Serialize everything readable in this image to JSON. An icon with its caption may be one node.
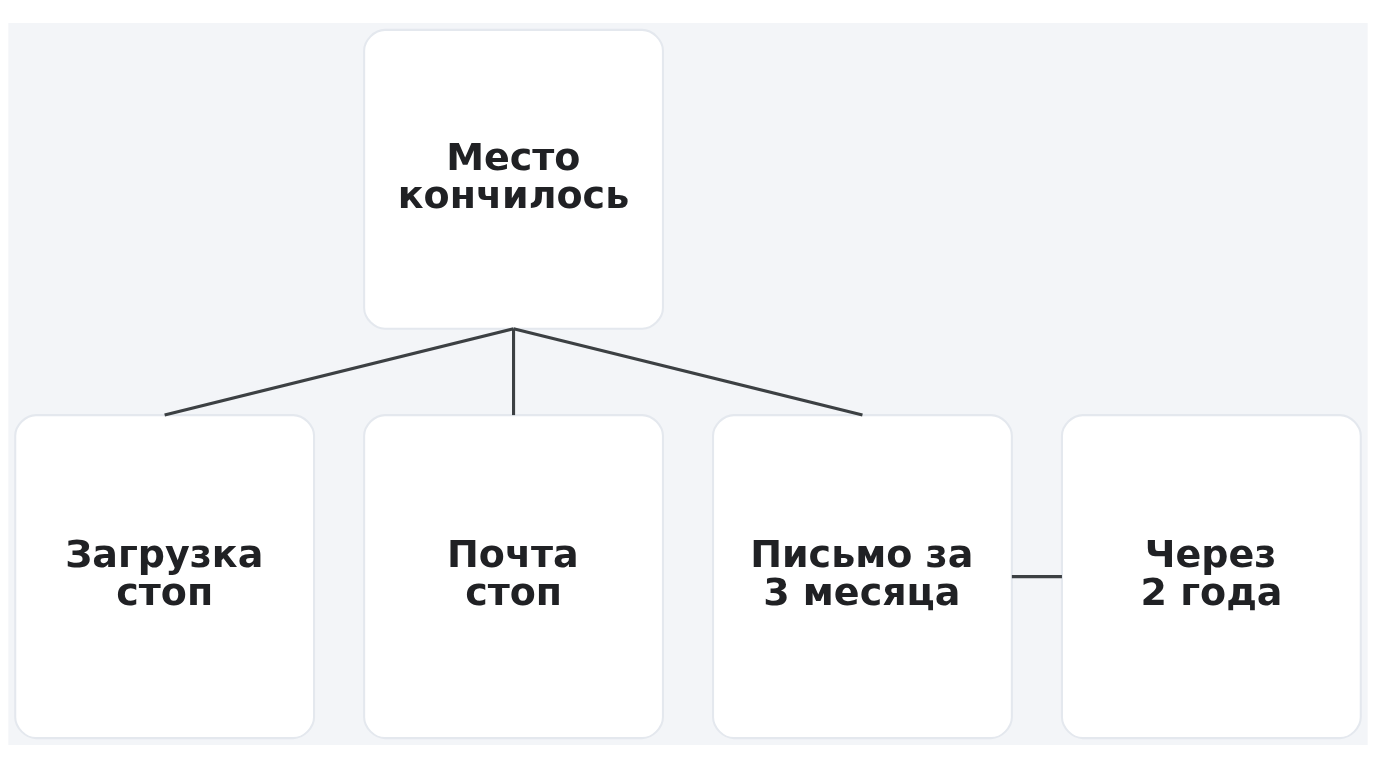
{
  "diagram": {
    "nodes": [
      {
        "text": [
          "Место кончилось"
        ]
      },
      {
        "text": [
          "Загрузка стоп"
        ]
      },
      {
        "text": [
          "Почта стоп"
        ]
      },
      {
        "text": [
          "Письмо за 3 месяца"
        ]
      },
      {
        "text": [
          "Через 2 года"
        ]
      }
    ],
    "edges": [
      {
        "from": 0,
        "to": 1,
        "arrow": "none"
      },
      {
        "from": 0,
        "to": 2,
        "arrow": "none"
      },
      {
        "from": 0,
        "to": 3,
        "arrow": "none"
      },
      {
        "from": 3,
        "to": 4,
        "arrow": "none"
      }
    ]
  }
}
